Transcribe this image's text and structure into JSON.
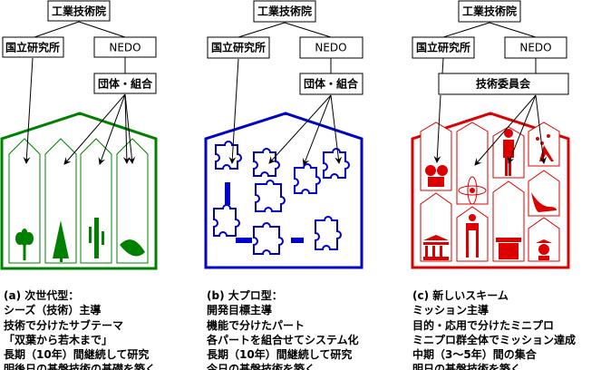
{
  "colors": {
    "a": "#008000",
    "b": "#0000cc",
    "c": "#dd0000"
  },
  "panels": [
    {
      "top": "工業技術院",
      "left": "国立研究所",
      "right": "NEDO",
      "mid": "団体・組合",
      "caption": [
        "(a) 次世代型：",
        "シーズ（技術）主導",
        "技術で分けたサブテーマ",
        "「双葉から若木まで」",
        "長期（10年）間継続して研究",
        "明後日の基盤技術の基礎を築く"
      ]
    },
    {
      "top": "工業技術院",
      "left": "国立研究所",
      "right": "NEDO",
      "mid": "団体・組合",
      "caption": [
        "(b) 大プロ型：",
        "開発目標主導",
        "機能で分けたパート",
        "各パートを組合せてシステム化",
        "長期（10年）間継続して研究",
        "今日の基盤技術を築く"
      ]
    },
    {
      "top": "工業技術院",
      "left": "国立研究所",
      "right": "NEDO",
      "mid": "技術委員会",
      "caption": [
        "(c) 新しいスキーム",
        "ミッション主導",
        "目的・応用で分けたミニプロ",
        "ミニプロ群全体でミッション達成",
        "中期（3～5年）間の集合",
        "明日の基盤技術を築く"
      ]
    }
  ]
}
